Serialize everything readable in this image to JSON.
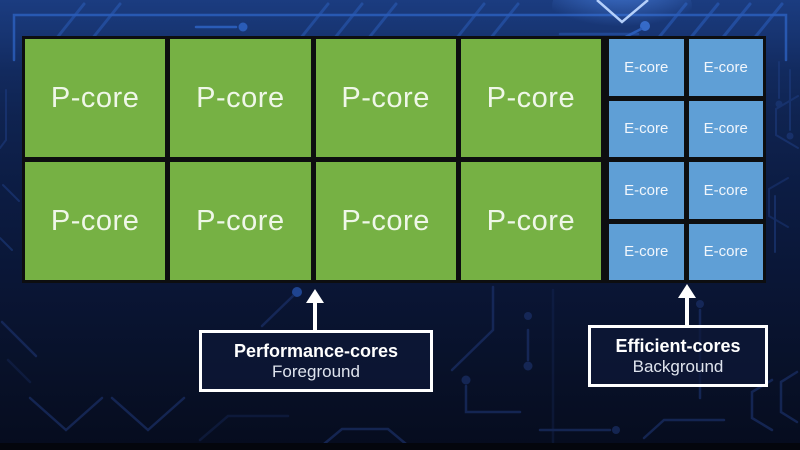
{
  "cores": {
    "p": {
      "label": "P-core",
      "count": 8,
      "rows": 2,
      "cols": 4
    },
    "e": {
      "label": "E-core",
      "count": 8,
      "rows": 4,
      "cols": 2
    }
  },
  "callouts": {
    "performance": {
      "title": "Performance-cores",
      "subtitle": "Foreground"
    },
    "efficient": {
      "title": "Efficient-cores",
      "subtitle": "Background"
    }
  },
  "colors": {
    "p_core": "#76b144",
    "e_core": "#5f9fd6",
    "grid_line": "#0d0e10",
    "callout_border": "#ffffff",
    "background_top": "#1b3c80",
    "background_bottom": "#060c1e",
    "trace_bright": "#2f66c9",
    "trace_dim": "#1c326c"
  }
}
